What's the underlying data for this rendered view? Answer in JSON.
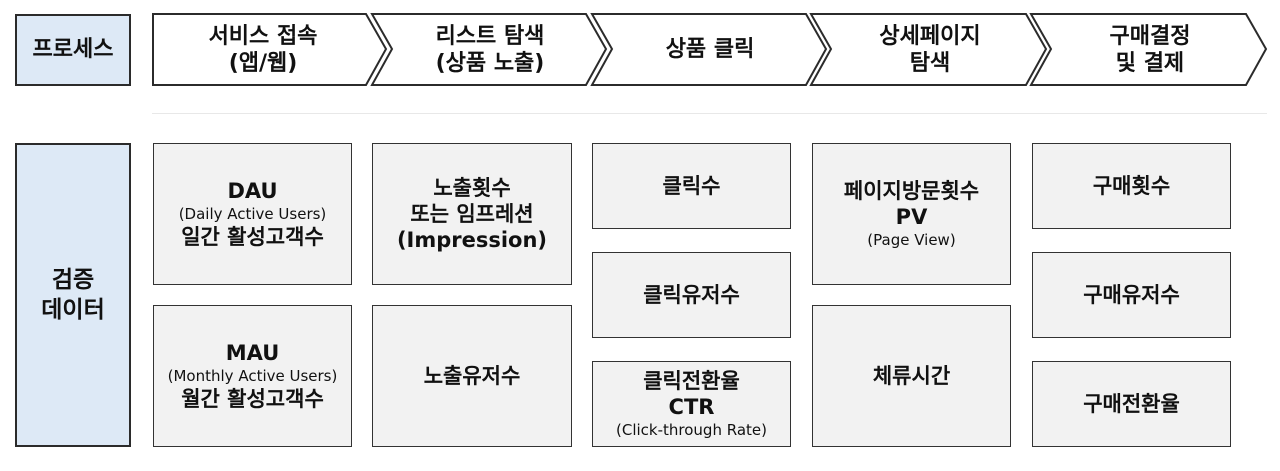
{
  "process": {
    "label": "프로세스",
    "steps": [
      {
        "line1": "서비스 접속",
        "line2": "(앱/웹)"
      },
      {
        "line1": "리스트 탐색",
        "line2": "(상품 노출)"
      },
      {
        "line1": "상품 클릭",
        "line2": ""
      },
      {
        "line1": "상세페이지",
        "line2": "탐색"
      },
      {
        "line1": "구매결정",
        "line2": "및 결제"
      }
    ]
  },
  "validation": {
    "label_line1": "검증",
    "label_line2": "데이터",
    "col1": {
      "dau": {
        "title": "DAU",
        "sub": "(Daily Active Users)",
        "desc": "일간 활성고객수"
      },
      "mau": {
        "title": "MAU",
        "sub": "(Monthly Active Users)",
        "desc": "월간 활성고객수"
      }
    },
    "col2": {
      "impressions": {
        "line1": "노출횟수",
        "line2": "또는 임프레션",
        "line3": "(Impression)"
      },
      "exposed_users": "노출유저수"
    },
    "col3": {
      "clicks": "클릭수",
      "click_users": "클릭유저수",
      "ctr": {
        "line1": "클릭전환율",
        "line2": "CTR",
        "line3": "(Click-through Rate)"
      }
    },
    "col4": {
      "pv": {
        "line1": "페이지방문횟수",
        "line2": "PV",
        "line3": "(Page View)"
      },
      "dwell": "체류시간"
    },
    "col5": {
      "purchases": "구매횟수",
      "purchase_users": "구매유저수",
      "purchase_rate": "구매전환율"
    }
  }
}
